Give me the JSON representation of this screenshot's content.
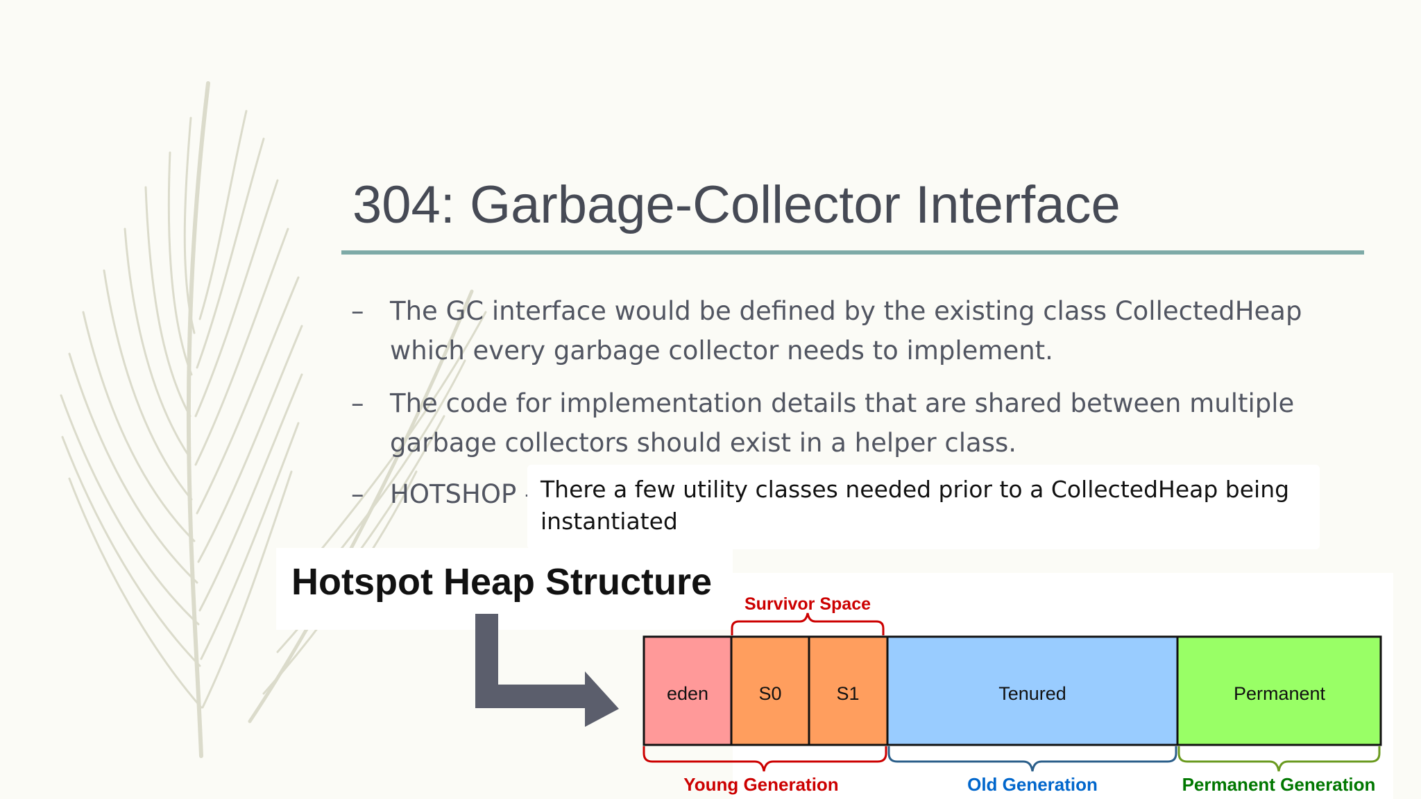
{
  "slide": {
    "title": "304: Garbage-Collector Interface",
    "bullets": [
      {
        "marker": "–",
        "text": "The GC interface would be defined by the existing class CollectedHeap which every garbage collector needs to implement."
      },
      {
        "marker": "–",
        "text": "The code for implementation details that are shared between multiple garbage collectors should exist in a helper class."
      }
    ],
    "hotshop": {
      "marker": "–",
      "label": "HOTSHOP -",
      "note": "There a few utility classes needed prior to a CollectedHeap being instantiated"
    }
  },
  "diagram": {
    "title": "Hotspot Heap Structure",
    "survivor_label": "Survivor Space",
    "segments": [
      {
        "label": "eden",
        "color": "#ff9999"
      },
      {
        "label": "S0",
        "color": "#ff9e5e"
      },
      {
        "label": "S1",
        "color": "#ff9e5e"
      },
      {
        "label": "Tenured",
        "color": "#99ccff"
      },
      {
        "label": "Permanent",
        "color": "#99ff66"
      }
    ],
    "generations": [
      {
        "label": "Young Generation",
        "color": "#cc0000"
      },
      {
        "label": "Old Generation",
        "color": "#0066cc"
      },
      {
        "label": "Permanent Generation",
        "color": "#007700"
      }
    ],
    "accent_colors": {
      "rule": "#7eaaa7",
      "arrow": "#5b5e6c"
    }
  }
}
